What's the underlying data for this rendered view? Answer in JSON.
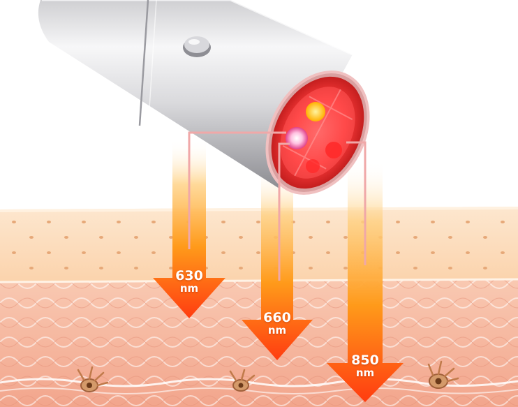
{
  "device": {
    "body_icon": "red-light-therapy-wand",
    "led_icons": [
      "red-led",
      "yellow-led",
      "pink-led"
    ]
  },
  "wavelengths": [
    {
      "value": "630",
      "unit": "nm"
    },
    {
      "value": "660",
      "unit": "nm"
    },
    {
      "value": "850",
      "unit": "nm"
    }
  ],
  "colors": {
    "arrow_top": "#ffd080",
    "arrow_mid": "#ff9a1a",
    "arrow_bottom": "#ff3c10",
    "skin_top": "#fbdcb8",
    "skin_dermis": "#f6b8a0",
    "guide_line": "#f0a8a8",
    "lens_red": "#ff4a4a"
  }
}
